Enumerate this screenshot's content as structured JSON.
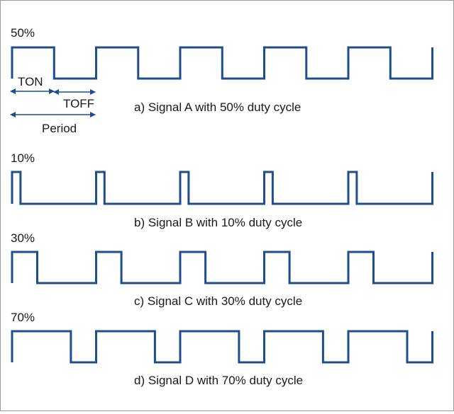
{
  "colors": {
    "wave": "#1f4e8c",
    "text": "#1a1a1a",
    "border": "#9a9a9a"
  },
  "signals": [
    {
      "id": "a",
      "duty_label": "50%",
      "duty": 0.5,
      "caption": "a) Signal A with 50% duty cycle"
    },
    {
      "id": "b",
      "duty_label": "10%",
      "duty": 0.1,
      "caption": "b) Signal B with 10% duty cycle"
    },
    {
      "id": "c",
      "duty_label": "30%",
      "duty": 0.3,
      "caption": "c) Signal C with 30% duty cycle"
    },
    {
      "id": "d",
      "duty_label": "70%",
      "duty": 0.7,
      "caption": "d) Signal D with 70% duty cycle"
    }
  ],
  "annotations": {
    "ton": "TON",
    "toff": "TOFF",
    "period": "Period"
  }
}
